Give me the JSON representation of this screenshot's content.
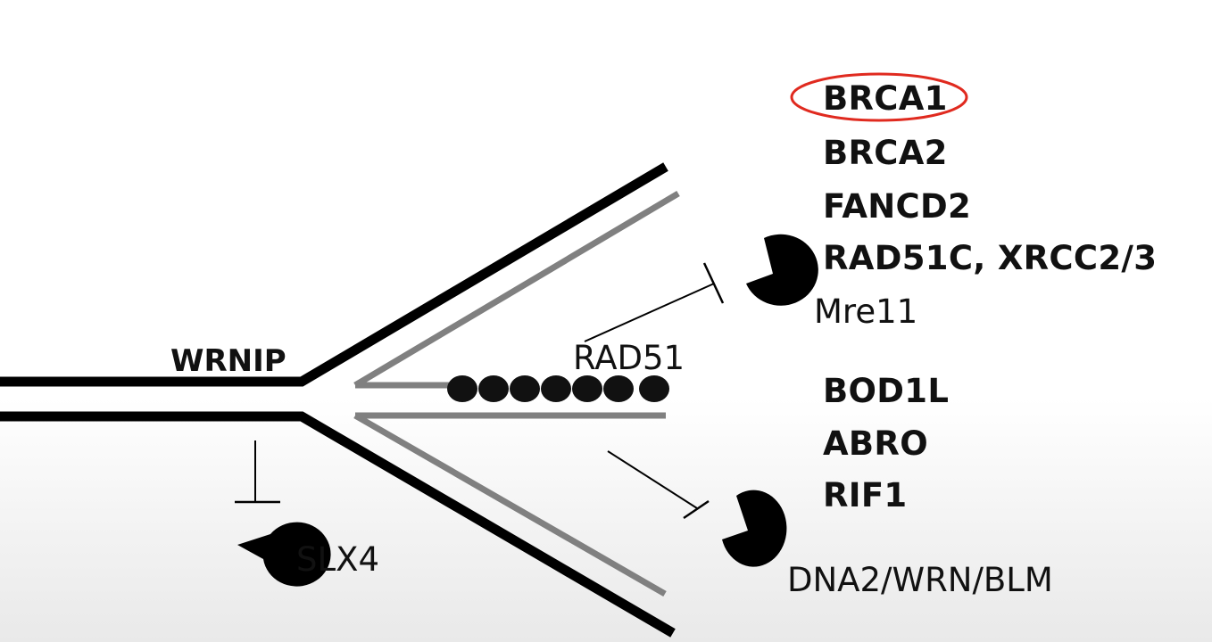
{
  "labels": {
    "wrnip": "WRNIP",
    "rad51": "RAD51",
    "mre11": "Mre11",
    "slx4": "SLX4",
    "dna2_wrn_blm": "DNA2/WRN/BLM"
  },
  "top_proteins": [
    "BRCA1",
    "BRCA2",
    "FANCD2",
    "RAD51C, XRCC2/3"
  ],
  "bottom_proteins": [
    "BOD1L",
    "ABRO",
    "RIF1"
  ],
  "highlighted_protein": "BRCA1",
  "colors": {
    "strand_parental": "#000000",
    "strand_nascent": "#808080",
    "highlight": "#e02a1f",
    "nuclease": "#000000"
  },
  "icons": {
    "nuclease": "pacman-shape",
    "rad51_filament": "bead-chain"
  }
}
